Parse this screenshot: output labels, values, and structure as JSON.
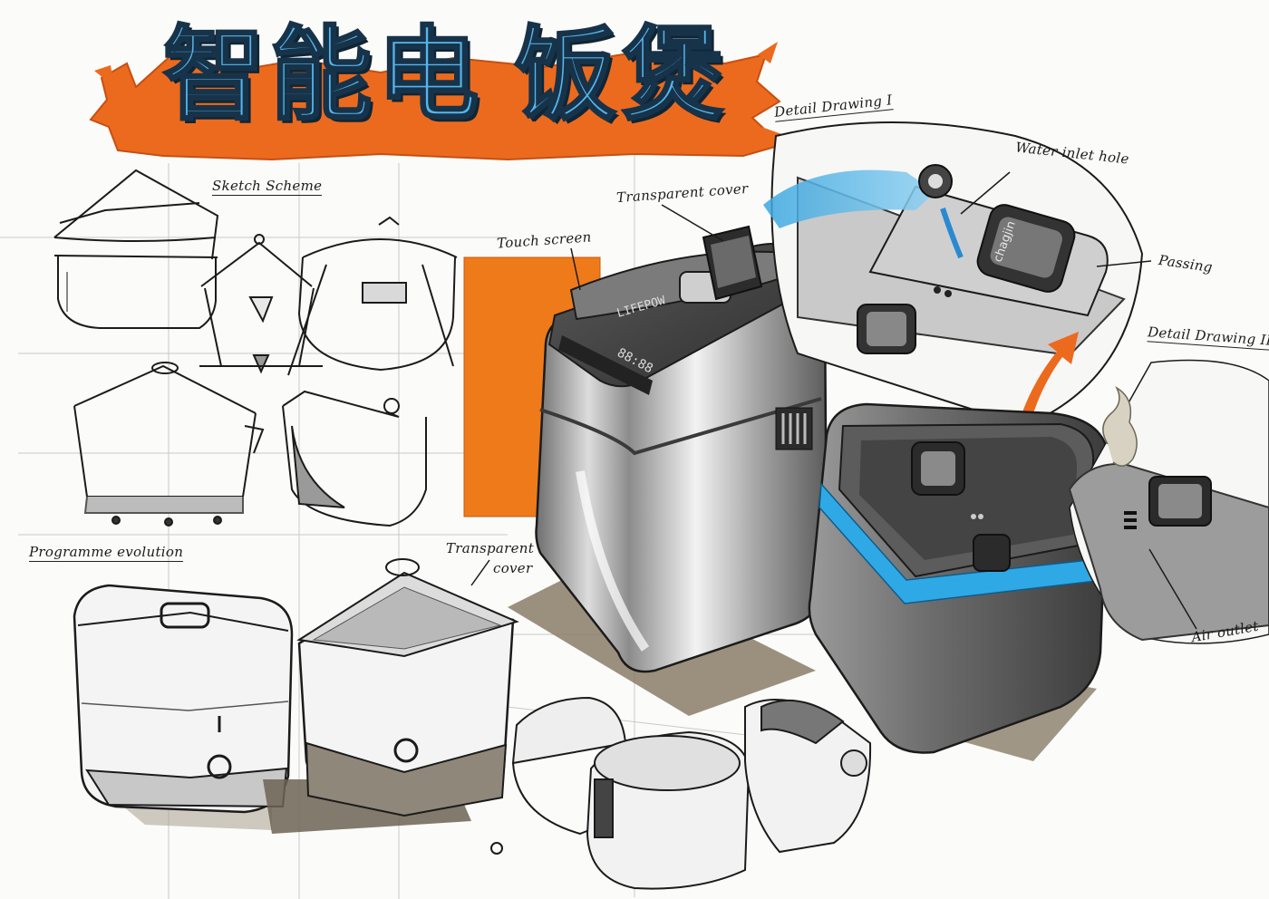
{
  "title": {
    "chars": [
      "智",
      "能",
      "电",
      "饭",
      "煲"
    ]
  },
  "labels": {
    "sketch_scheme": "Sketch Scheme",
    "programme_evolution": "Programme evolution",
    "touch_screen": "Touch screen",
    "transparent_cover_main": "Transparent cover",
    "transparent_cover_small_1": "Transparent",
    "transparent_cover_small_2": "cover",
    "detail_drawing_1": "Detail Drawing I",
    "detail_drawing_2": "Detail Drawing II",
    "water_inlet_hole": "Water inlet hole",
    "passing": "Passing",
    "air_outlet": "Air outlet"
  },
  "device_text": {
    "lid_brand": "LIFEPOW",
    "panel_brand": "chagjin",
    "display_digits": "88:88"
  },
  "colors": {
    "title_fill": "#56b6ec",
    "title_outline": "#17334a",
    "splash_orange": "#ec6a1e",
    "accent_blue": "#2fa8e6",
    "water_blue": "#3aa7e0",
    "shadow_brown": "#8a7d68",
    "steel_grey": "#9a9a9a",
    "ink": "#1b1b1b"
  }
}
